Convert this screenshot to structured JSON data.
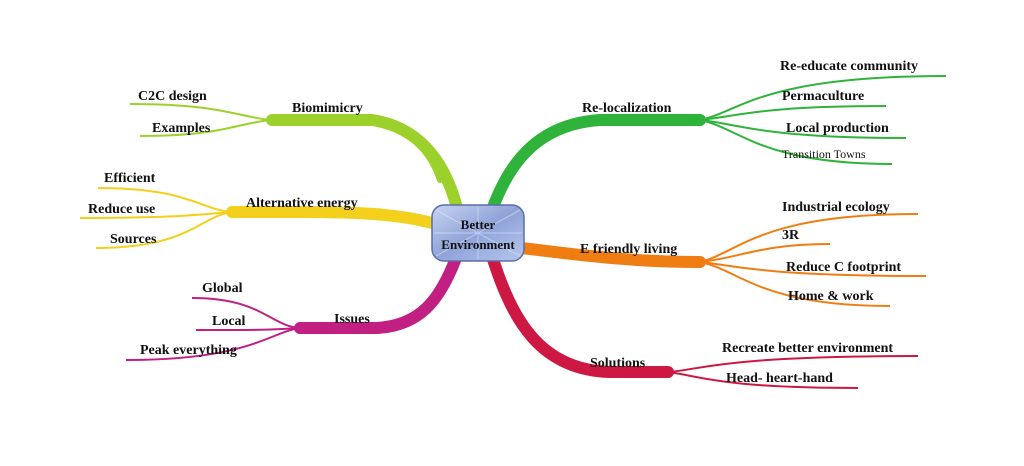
{
  "center": {
    "line1": "Better",
    "line2": "Environment",
    "fill": "#9fb0dc",
    "stroke": "#5a6fa8"
  },
  "branches": [
    {
      "key": "biomimicry",
      "label": "Biomimicry",
      "color": "#9bd12a",
      "children": [
        "C2C design",
        "Examples"
      ]
    },
    {
      "key": "alternative-energy",
      "label": "Alternative energy",
      "color": "#f2d01b",
      "children": [
        "Efficient",
        "Reduce use",
        "Sources"
      ]
    },
    {
      "key": "issues",
      "label": "Issues",
      "color": "#c21f83",
      "children": [
        "Global",
        "Local",
        "Peak everything"
      ]
    },
    {
      "key": "re-localization",
      "label": "Re-localization",
      "color": "#2fb33a",
      "children": [
        "Re-educate community",
        "Permaculture",
        "Local production",
        "Transition Towns"
      ]
    },
    {
      "key": "e-friendly-living",
      "label": "E friendly living",
      "color": "#f07d12",
      "children": [
        "Industrial ecology",
        "3R",
        "Reduce C footprint",
        "Home & work"
      ]
    },
    {
      "key": "solutions",
      "label": "Solutions",
      "color": "#cc1843",
      "children": [
        "Recreate better environment",
        "Head- heart-hand"
      ]
    }
  ]
}
